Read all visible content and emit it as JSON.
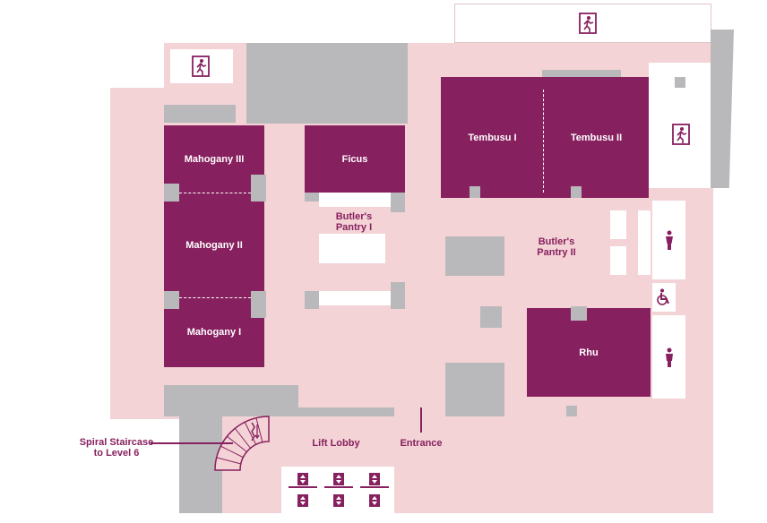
{
  "rooms": {
    "mahogany_iii": "Mahogany III",
    "mahogany_ii": "Mahogany II",
    "mahogany_i": "Mahogany I",
    "ficus": "Ficus",
    "tembusu_i": "Tembusu I",
    "tembusu_ii": "Tembusu II",
    "rhu": "Rhu"
  },
  "areas": {
    "butlers_pantry_1": "Butler's\nPantry I",
    "butlers_pantry_2": "Butler's\nPantry II",
    "lift_lobby": "Lift Lobby",
    "entrance": "Entrance",
    "spiral_staircase": "Spiral Staircase\nto Level 6"
  },
  "icons": [
    "emergency-exit-icon",
    "restroom-icon",
    "wheelchair-accessible-icon",
    "stairs-icon",
    "lift-icon"
  ],
  "colors": {
    "room": "#87205f",
    "floor": "#f3d3d5",
    "structure": "#b9b9bb"
  }
}
